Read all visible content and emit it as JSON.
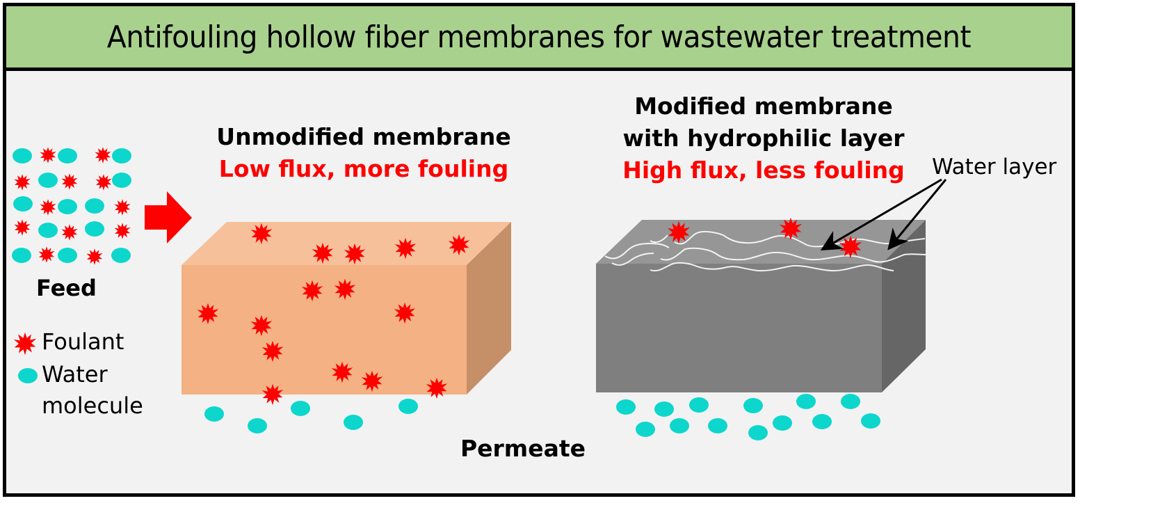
{
  "title": "Antifouling hollow fiber membranes for wastewater treatment",
  "feed": {
    "label": "Feed"
  },
  "legend": {
    "foulant_label": "Foulant",
    "water_label_line1": "Water",
    "water_label_line2": "molecule"
  },
  "unmodified": {
    "heading": "Unmodified membrane",
    "subheading": "Low flux, more fouling"
  },
  "modified": {
    "heading_line1": "Modified membrane",
    "heading_line2": "with hydrophilic layer",
    "subheading": "High flux, less fouling",
    "annotation": "Water layer"
  },
  "permeate": {
    "label": "Permeate"
  },
  "icons": {
    "foulant": "foulant-starburst-icon",
    "water": "water-molecule-icon",
    "arrow": "flow-arrow-icon"
  },
  "colors": {
    "title_bg": "#a9d18e",
    "panel_bg": "#f2f2f2",
    "foulant": "#ff0000",
    "water": "#0dd6cc",
    "emphasis_text": "#ff0000",
    "unmodified_front": "#f4b183",
    "unmodified_top": "#f6c09a",
    "unmodified_side": "#c58f67",
    "modified_front": "#7f7f7f",
    "modified_top": "#969696",
    "modified_side": "#666666"
  }
}
